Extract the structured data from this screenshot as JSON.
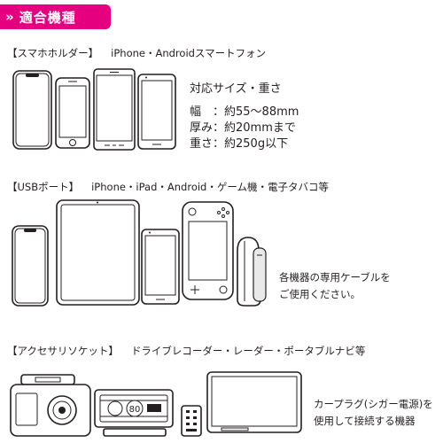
{
  "badge": {
    "label": "適合機種"
  },
  "smartphone_holder": {
    "tag": "【スマホホルダー】",
    "devices": "iPhone・Androidスマートフォン",
    "specs_heading": "対応サイズ・重さ",
    "specs": [
      "幅　：約55～88mm",
      "厚み：約20mmまで",
      "重さ：約250g以下"
    ]
  },
  "usb_port": {
    "tag": "【USBポート】",
    "devices": "iPhone・iPad・Android・ゲーム機・電子タバコ等",
    "note": [
      "各機器の専用ケーブルを",
      "ご使用ください。"
    ]
  },
  "accessory_socket": {
    "tag": "【アクセサリソケット】",
    "devices": "ドライブレコーダー・レーダー・ポータブルナビ等",
    "note": [
      "カープラグ(シガー電源)を",
      "使用して接続する機器"
    ],
    "radar_reading": "80"
  }
}
